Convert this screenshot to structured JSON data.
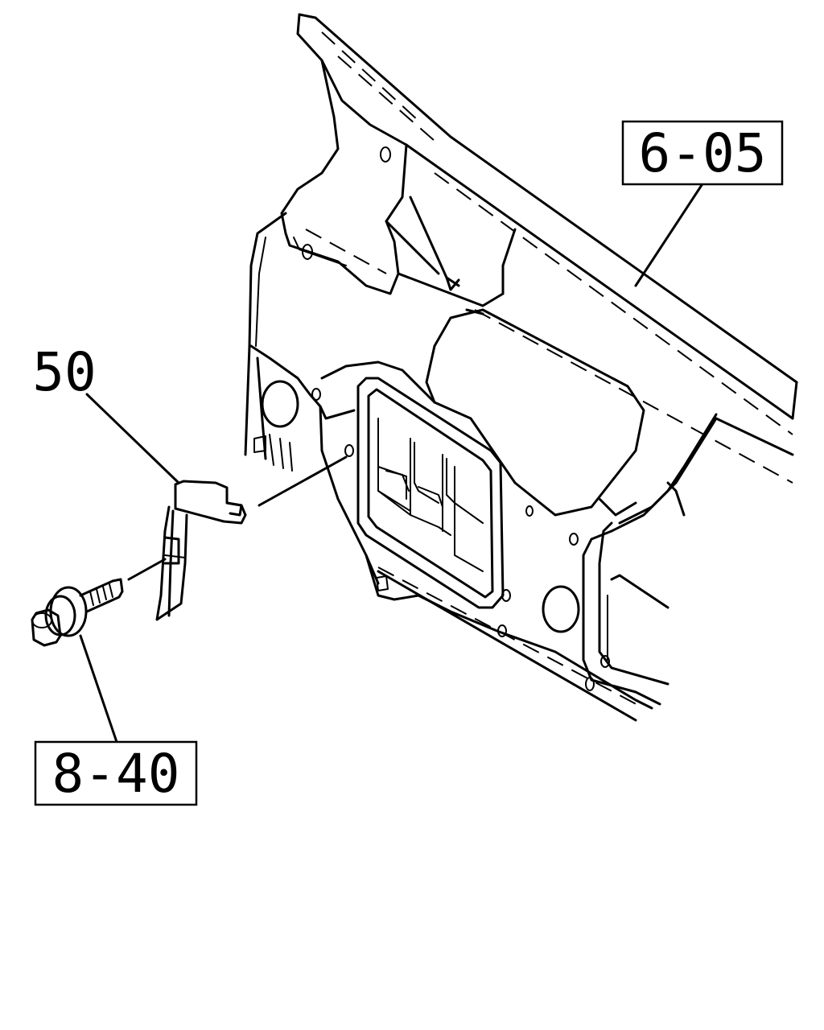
{
  "callouts": {
    "panel_ref": "6-05",
    "bracket_ref": "50",
    "bolt_ref": "8-40"
  }
}
